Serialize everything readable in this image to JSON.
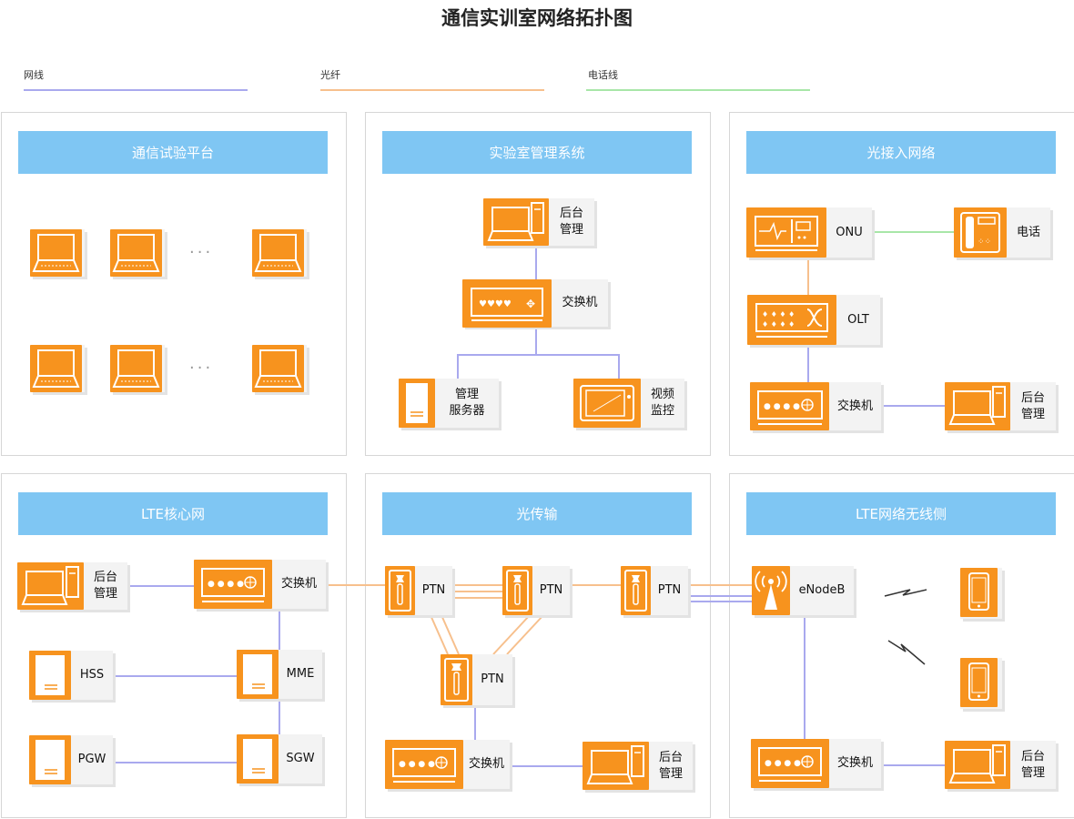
{
  "title": "通信实训室网络拓扑图",
  "legend": [
    {
      "label": "网线",
      "color": "#a9a9ee"
    },
    {
      "label": "光纤",
      "color": "#f7c08d"
    },
    {
      "label": "电话线",
      "color": "#a8e6a8"
    }
  ],
  "colors": {
    "header": "#7fc6f3",
    "device": "#f7931e",
    "lan": "#a9a9ee",
    "fiber": "#f7c08d",
    "phone": "#a8e6a8"
  },
  "panels": [
    {
      "title": "通信试验平台"
    },
    {
      "title": "实验室管理系统"
    },
    {
      "title": "光接入网络"
    },
    {
      "title": "LTE核心网"
    },
    {
      "title": "光传输"
    },
    {
      "title": "LTE网络无线侧"
    }
  ],
  "ellipsis": "···",
  "labels": {
    "mgmt_backend": "后台\n管理",
    "lab_switch": "交换机",
    "mgmt_server": "管理\n服务器",
    "video": "视频\n监控",
    "onu": "ONU",
    "phone": "电话",
    "olt": "OLT",
    "optical_switch": "交换机",
    "optical_backend": "后台\n管理",
    "lte_backend": "后台\n管理",
    "lte_switch": "交换机",
    "hss": "HSS",
    "mme": "MME",
    "pgw": "PGW",
    "sgw": "SGW",
    "ptn1": "PTN",
    "ptn2": "PTN",
    "ptn3": "PTN",
    "ptn4": "PTN",
    "trans_switch": "交换机",
    "trans_backend": "后台\n管理",
    "enodeb": "eNodeB",
    "ran_switch": "交换机",
    "ran_backend": "后台\n管理"
  }
}
